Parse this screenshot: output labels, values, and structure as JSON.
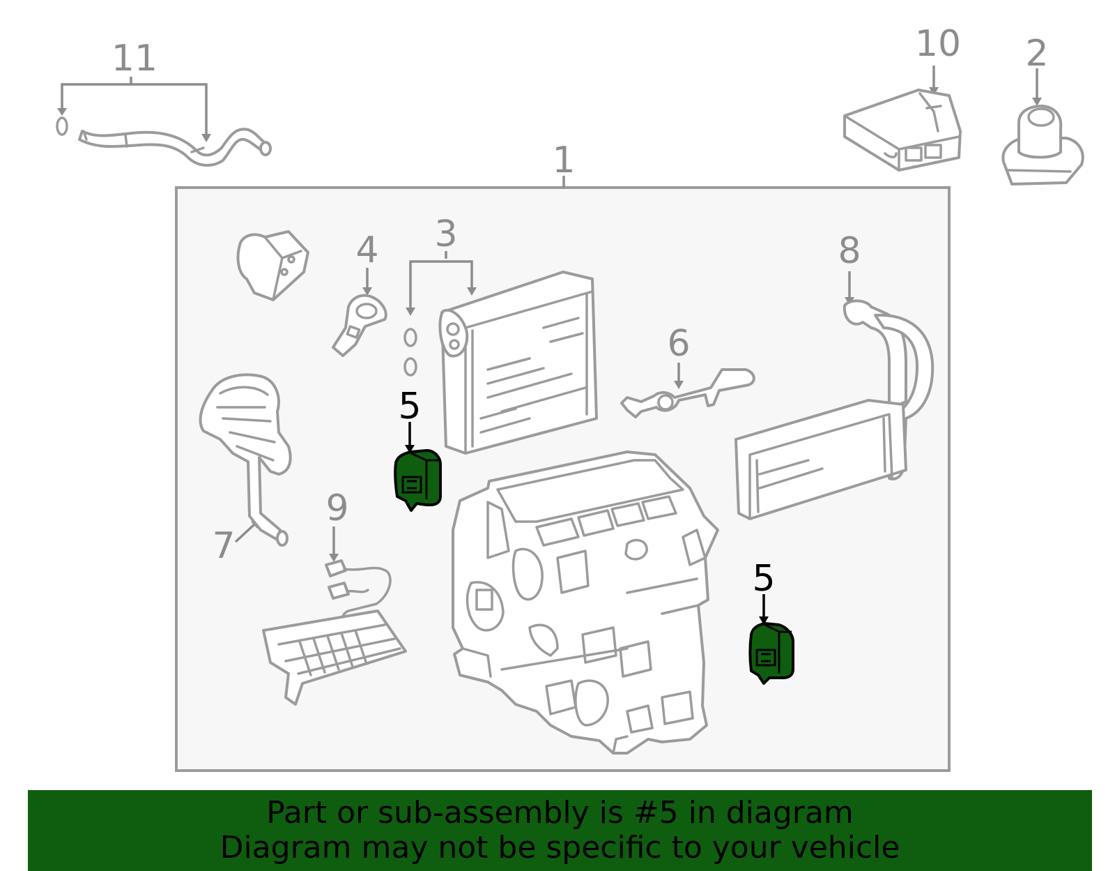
{
  "colors": {
    "highlight": "#0f5e0f",
    "callout_gray": "#8c8c8c",
    "line_gray": "#9b9b9b",
    "panel_fill": "#f7f7f7"
  },
  "callouts": {
    "c1": "1",
    "c2": "2",
    "c3": "3",
    "c4": "4",
    "c5a": "5",
    "c5b": "5",
    "c6": "6",
    "c7": "7",
    "c8": "8",
    "c9": "9",
    "c10": "10",
    "c11": "11"
  },
  "banner": {
    "line1": "Part or sub-assembly is #5 in diagram",
    "line2": "Diagram may not be specific to your vehicle"
  }
}
